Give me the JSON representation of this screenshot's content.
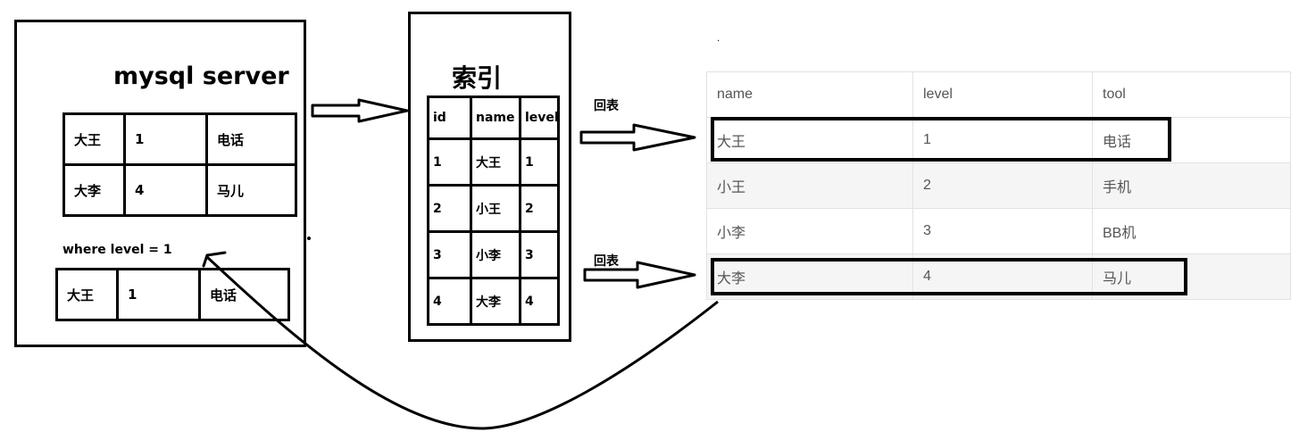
{
  "server": {
    "title": "mysql server",
    "rows": [
      [
        "大王",
        "1",
        "电话"
      ],
      [
        "大李",
        "4",
        "马儿"
      ]
    ],
    "where_label": "where level = 1",
    "result_row": [
      "大王",
      "1",
      "电话"
    ]
  },
  "index": {
    "title": "索引",
    "headers": [
      "id",
      "name",
      "level"
    ],
    "rows": [
      [
        "1",
        "大王",
        "1"
      ],
      [
        "2",
        "小王",
        "2"
      ],
      [
        "3",
        "小李",
        "3"
      ],
      [
        "4",
        "大李",
        "4"
      ]
    ]
  },
  "arrows": {
    "back_label_1": "回表",
    "back_label_2": "回表"
  },
  "table": {
    "headers": [
      "name",
      "level",
      "tool"
    ],
    "rows": [
      [
        "大王",
        "1",
        "电话"
      ],
      [
        "小王",
        "2",
        "手机"
      ],
      [
        "小李",
        "3",
        "BB机"
      ],
      [
        "大李",
        "4",
        "马儿"
      ]
    ]
  },
  "misc": {
    "dot": "."
  }
}
